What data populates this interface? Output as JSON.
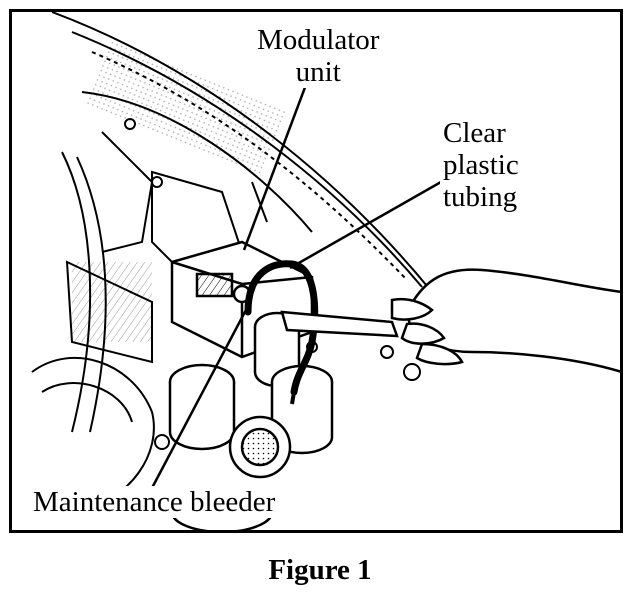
{
  "labels": {
    "modulator_line1": "Modulator",
    "modulator_line2": "unit",
    "tubing_line1": "Clear",
    "tubing_line2": "plastic",
    "tubing_line3": "tubing",
    "bleeder": "Maintenance bleeder"
  },
  "caption": "Figure 1"
}
